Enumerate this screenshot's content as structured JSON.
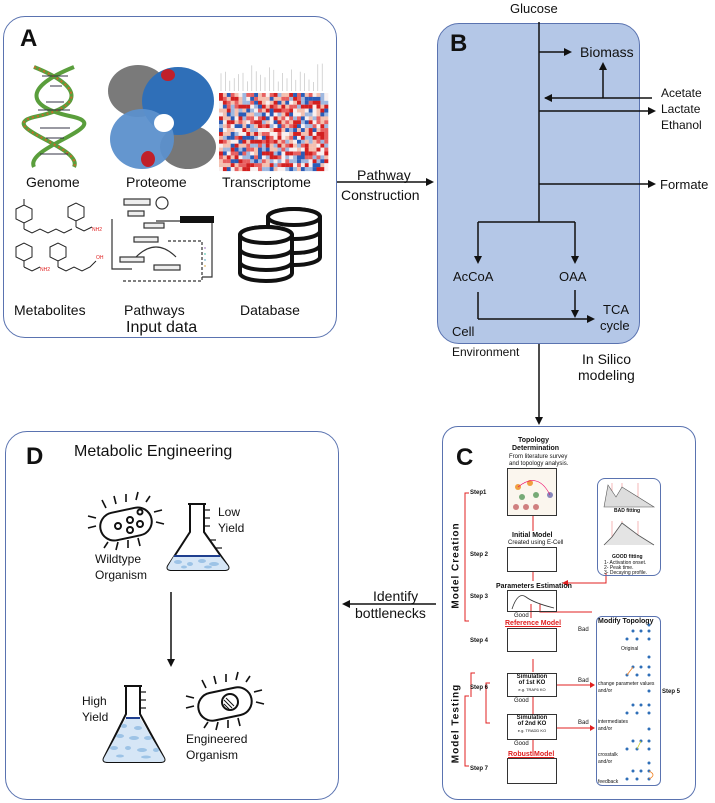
{
  "panel_a": {
    "letter": "A",
    "items": [
      {
        "label": "Genome",
        "icon": "dna-helix"
      },
      {
        "label": "Proteome",
        "icon": "protein-surface"
      },
      {
        "label": "Transcriptome",
        "icon": "heatmap"
      },
      {
        "label": "Metabolites",
        "icon": "chemical-structures"
      },
      {
        "label": "Pathways",
        "icon": "pathway-map"
      },
      {
        "label": "Database",
        "icon": "database-stack"
      }
    ],
    "caption": "Input data"
  },
  "arrows": {
    "a_to_b": [
      "Pathway",
      "Construction"
    ],
    "b_to_c": [
      "In Silico",
      "modeling"
    ],
    "c_to_d": [
      "Identify",
      "bottlenecks"
    ]
  },
  "panel_b": {
    "letter": "B",
    "input": "Glucose",
    "nodes": {
      "biomass": "Biomass",
      "byproducts": [
        "Acetate",
        "Lactate",
        "Ethanol"
      ],
      "formate": "Formate",
      "accoa": "AcCoA",
      "oaa": "OAA",
      "tca": [
        "TCA",
        "cycle"
      ],
      "cell": "Cell",
      "environment": "Environment"
    },
    "fill_color": "#b4c7e7",
    "border_color": "#5a73b0"
  },
  "panel_c": {
    "letter": "C",
    "group_labels": {
      "creation": "Model Creation",
      "testing": "Model Testing"
    },
    "steps": [
      "Step1",
      "Step 2",
      "Step 3",
      "Step 4",
      "Step 5",
      "Step 6",
      "Step 7"
    ],
    "topology": {
      "title": [
        "Topology",
        "Determination"
      ],
      "sub": [
        "From literature survey",
        "and topology analysis."
      ]
    },
    "initial_model": {
      "title": "Initial Model",
      "sub": "Created using E-Cell"
    },
    "param_est": {
      "title": "Parameters Estimation"
    },
    "reference_model": "Reference Model",
    "sim1": {
      "title": [
        "Simulation",
        "of 1st KO"
      ],
      "sub": "e.g. TRAF6 KO"
    },
    "sim2": {
      "title": [
        "Simulation",
        "of 2nd KO"
      ],
      "sub": "e.g. TRADD KO"
    },
    "robust_model": "Robust Model",
    "good": "Good",
    "bad": "Bad",
    "fitting": {
      "bad_label": "BAD fitting",
      "good_label": "GOOD fitting",
      "criteria": [
        "1- Activation onset.",
        "2- Peak time.",
        "3- Decaying profile."
      ]
    },
    "modify": {
      "title": "Modify Topology",
      "items": [
        "Original",
        "change parameter values",
        "and/or",
        "intermediates",
        "and/or",
        "crosstalk",
        "and/or",
        "feedback"
      ]
    },
    "accent_red": "#e02020"
  },
  "panel_d": {
    "letter": "D",
    "title": "Metabolic Engineering",
    "wildtype": [
      "Wildtype",
      "Organism"
    ],
    "low_yield": [
      "Low",
      "Yield"
    ],
    "high_yield": [
      "High",
      "Yield"
    ],
    "engineered": [
      "Engineered",
      "Organism"
    ],
    "liquid_color": "#9dc3e6"
  }
}
